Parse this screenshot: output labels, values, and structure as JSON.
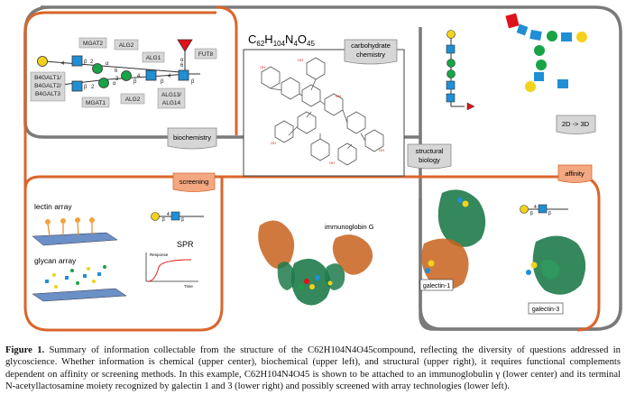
{
  "figure": {
    "formula": {
      "base": "C",
      "sub1": "62",
      "h": "H",
      "sub2": "104",
      "n": "N",
      "sub3": "4",
      "o": "O",
      "sub4": "45"
    },
    "tabs": {
      "carbohydrate_chemistry": [
        "carbohydrate",
        "chemistry"
      ],
      "biochemistry": "biochemistry",
      "structural_biology": [
        "structural",
        "biology"
      ],
      "two_d_3d": "2D -> 3D",
      "screening": "screening",
      "affinity": "affinity"
    },
    "enzymes": {
      "mgat2": "MGAT2",
      "alg2_top": "ALG2",
      "alg1": "ALG1",
      "fut8": "FUT8",
      "b4galt": [
        "B4GALT1/",
        "B4GALT2/",
        "B4GALT3"
      ],
      "mgat1": "MGAT1",
      "alg2_bottom": "ALG2",
      "alg13": [
        "ALG13/",
        "ALG14"
      ]
    },
    "linkages": {
      "beta": "β",
      "alpha": "α",
      "n2": "2",
      "n3": "3",
      "n4": "4",
      "n6": "6"
    },
    "screening_panel": {
      "lectin_array": "lectin array",
      "glycan_array": "glycan array",
      "spr": "SPR",
      "response": "Response",
      "time": "Time"
    },
    "proteins": {
      "immunoglobin": "immunoglobin G",
      "galectin1": "galectin-1",
      "galectin3": "galectin-3"
    },
    "colors": {
      "grey_frame": "#7a7a7a",
      "orange_frame": "#d9662b",
      "galnac_blue": "#1f8fd6",
      "mannose_green": "#18a346",
      "galactose_yellow": "#f2d21b",
      "fucose_red": "#e0121c",
      "protein_orange": "#c8611d",
      "protein_green": "#1f7a4a"
    }
  },
  "caption": {
    "label": "Figure 1.",
    "text": " Summary of information collectable from the structure of the C62H104N4O45compound, reflecting the diversity of questions addressed in glycoscience. Whether information is chemical (upper center), biochemical (upper left), and structural (upper right), it requires functional complements dependent on affinity or screening methods. In this example, C62H104N4O45 is shown to be attached to an immunoglobulin γ (lower center) and its terminal N-acetyllactosamine moiety recognized by galectin 1 and 3 (lower right) and possibly screened with array technologies (lower left)."
  }
}
